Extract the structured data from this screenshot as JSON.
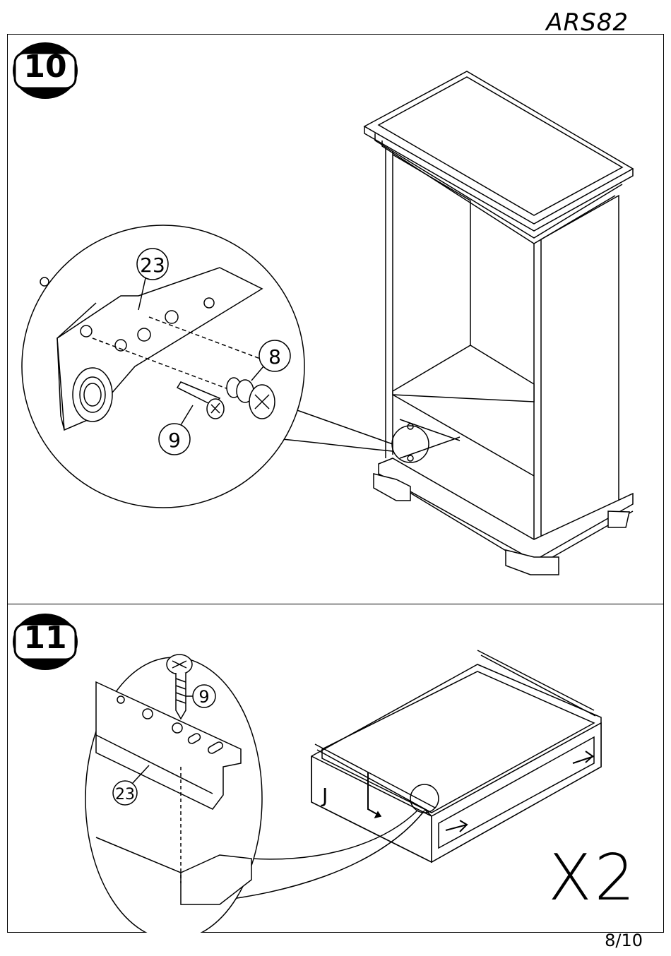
{
  "header": {
    "model_code": "ARS82"
  },
  "steps": [
    {
      "number": "10",
      "labels": {
        "part_23": "23",
        "part_8": "8",
        "part_9": "9"
      }
    },
    {
      "number": "11",
      "labels": {
        "part_9": "9",
        "part_23": "23",
        "drawer_letter": "J"
      },
      "quantity": "X2"
    }
  ],
  "footer": {
    "page": "8/10"
  }
}
